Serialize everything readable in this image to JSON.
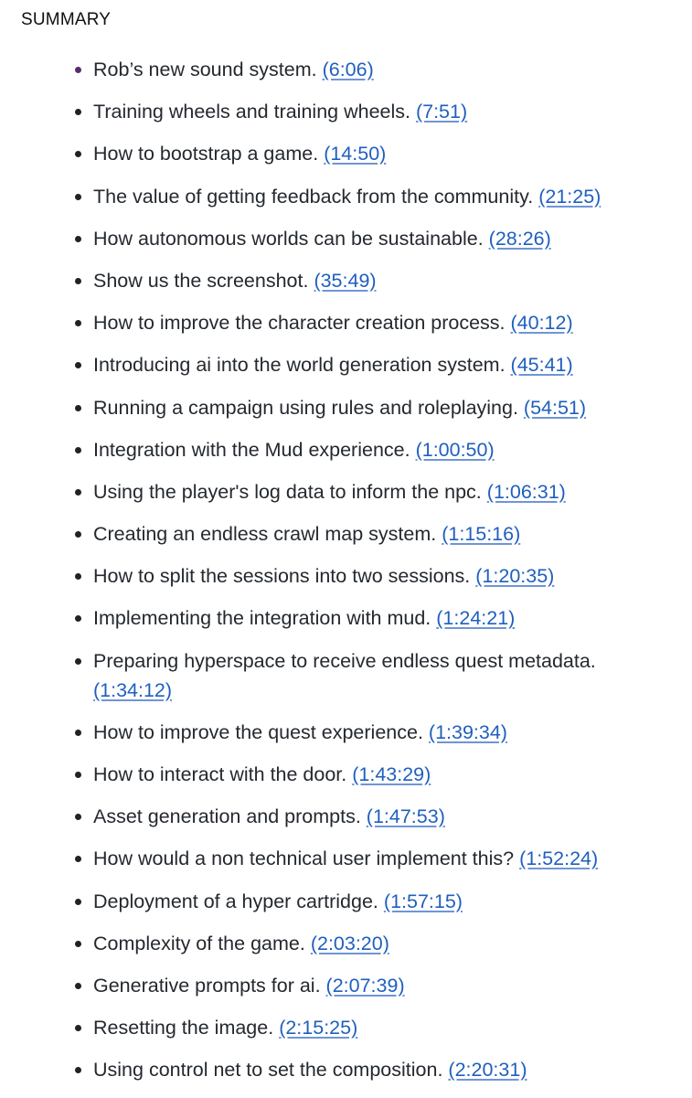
{
  "heading": "SUMMARY",
  "items": [
    {
      "text": "Rob’s new sound system.",
      "time": "(6:06)"
    },
    {
      "text": "Training wheels and training wheels.",
      "time": "(7:51)"
    },
    {
      "text": "How to bootstrap a game.",
      "time": "(14:50)"
    },
    {
      "text": "The value of getting feedback from the community.",
      "time": "(21:25)"
    },
    {
      "text": "How autonomous worlds can be sustainable.",
      "time": "(28:26)"
    },
    {
      "text": "Show us the screenshot.",
      "time": "(35:49)"
    },
    {
      "text": "How to improve the character creation process.",
      "time": "(40:12)"
    },
    {
      "text": "Introducing ai into the world generation system.",
      "time": "(45:41)"
    },
    {
      "text": "Running a campaign using rules and roleplaying.",
      "time": "(54:51)"
    },
    {
      "text": "Integration with the Mud experience.",
      "time": "(1:00:50)"
    },
    {
      "text": "Using the player's log data to inform the npc.",
      "time": "(1:06:31)"
    },
    {
      "text": "Creating an endless crawl map system.",
      "time": "(1:15:16)"
    },
    {
      "text": "How to split the sessions into two sessions.",
      "time": "(1:20:35)"
    },
    {
      "text": "Implementing the integration with mud.",
      "time": "(1:24:21)"
    },
    {
      "text": "Preparing hyperspace to receive endless quest metadata.",
      "time": "(1:34:12)"
    },
    {
      "text": "How to improve the quest experience.",
      "time": "(1:39:34)"
    },
    {
      "text": "How to interact with the door.",
      "time": "(1:43:29)"
    },
    {
      "text": "Asset generation and prompts.",
      "time": "(1:47:53)"
    },
    {
      "text": "How would a non technical user implement this?",
      "time": "(1:52:24)"
    },
    {
      "text": "Deployment of a hyper cartridge.",
      "time": "(1:57:15)"
    },
    {
      "text": "Complexity of the game.",
      "time": "(2:03:20)"
    },
    {
      "text": "Generative prompts for ai.",
      "time": "(2:07:39)"
    },
    {
      "text": "Resetting the image.",
      "time": "(2:15:25)"
    },
    {
      "text": "Using control net to set the composition.",
      "time": "(2:20:31)"
    }
  ],
  "colors": {
    "link": "#1f5fbf",
    "text": "#24292f",
    "first_bullet": "#5b2a6e"
  }
}
